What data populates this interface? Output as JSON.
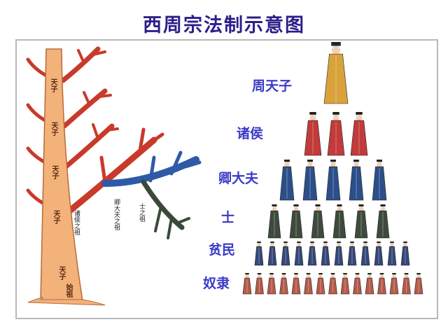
{
  "title": "西周宗法制示意图",
  "tree": {
    "trunk_labels": [
      "天子",
      "天子",
      "天子",
      "天子",
      "天子",
      "始祖"
    ],
    "branch_notes": [
      "诸侯之祖",
      "卿大夫之祖",
      "士之祖"
    ],
    "colors": {
      "trunk": "#f2b27a",
      "trunk_edge": "#b86a3a",
      "zhuhou_branch": "#c83a2a",
      "qingdafu_branch": "#2e5aa8",
      "shi_branch": "#3a4a3a"
    }
  },
  "pyramid": {
    "ranks": [
      {
        "label": "周天子",
        "count": 1,
        "color": "#d9a23a"
      },
      {
        "label": "诸侯",
        "count": 3,
        "color": "#c23a3a"
      },
      {
        "label": "卿大夫",
        "count": 5,
        "color": "#2c4f8a"
      },
      {
        "label": "士",
        "count": 6,
        "color": "#3d4a3d"
      },
      {
        "label": "贫民",
        "count": 12,
        "color": "#35477a"
      },
      {
        "label": "奴隶",
        "count": 15,
        "color": "#b45a4a"
      }
    ]
  }
}
